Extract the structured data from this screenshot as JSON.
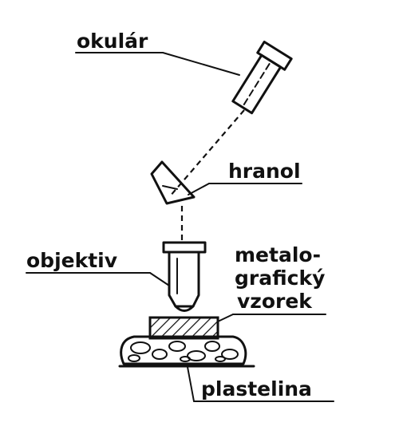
{
  "labels": {
    "okular": "okulár",
    "hranol": "hranol",
    "objektiv": "objektiv",
    "vzorek_line1": "metalo-",
    "vzorek_line2": "grafický",
    "vzorek_line3": "vzorek",
    "plastelina": "plastelina"
  },
  "colors": {
    "ink": "#111111",
    "paper": "#ffffff"
  }
}
